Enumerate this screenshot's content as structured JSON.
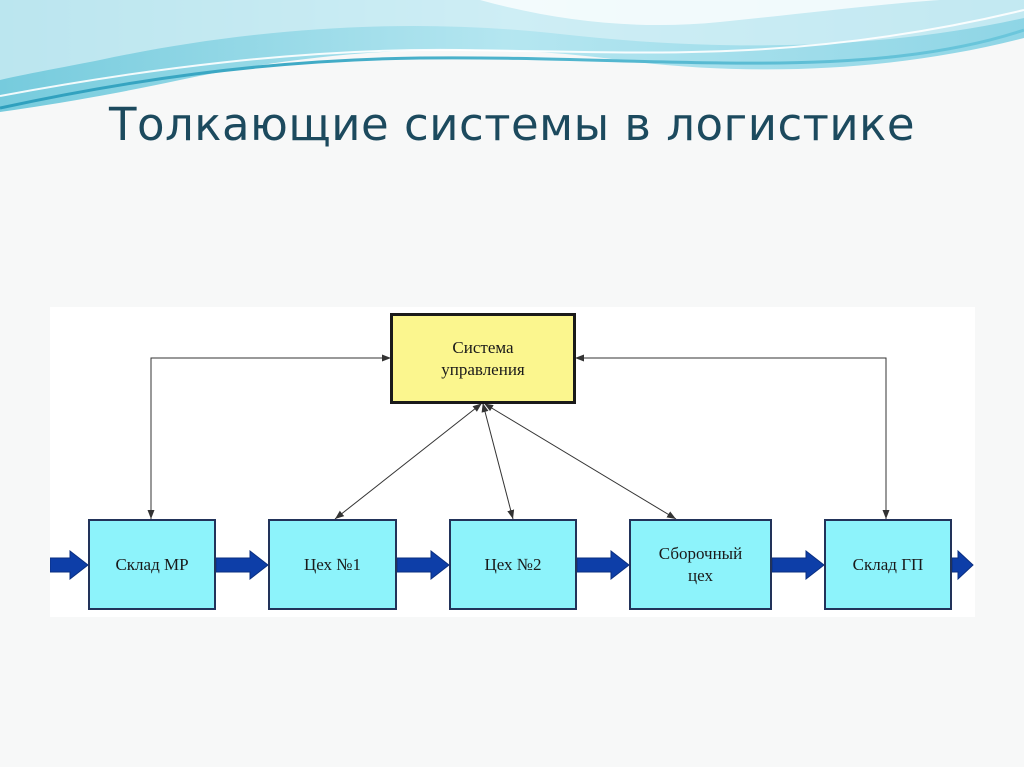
{
  "slide": {
    "title": "Толкающие системы в логистике"
  },
  "diagram": {
    "control": {
      "label": "Система\nуправления"
    },
    "nodes": [
      {
        "id": "sklad-mr",
        "label": "Склад МР"
      },
      {
        "id": "tseh-1",
        "label": "Цех №1"
      },
      {
        "id": "tseh-2",
        "label": "Цех №2"
      },
      {
        "id": "sborochny",
        "label": "Сборочный\nцех"
      },
      {
        "id": "sklad-gp",
        "label": "Склад ГП"
      }
    ]
  },
  "colors": {
    "title": "#1c4a5e",
    "control_fill": "#fbf68e",
    "node_fill": "#8df3fb",
    "flow_arrow": "#0d3ea8",
    "wave_light": "#bfe9f2",
    "wave_accent": "#3aa7c4"
  }
}
